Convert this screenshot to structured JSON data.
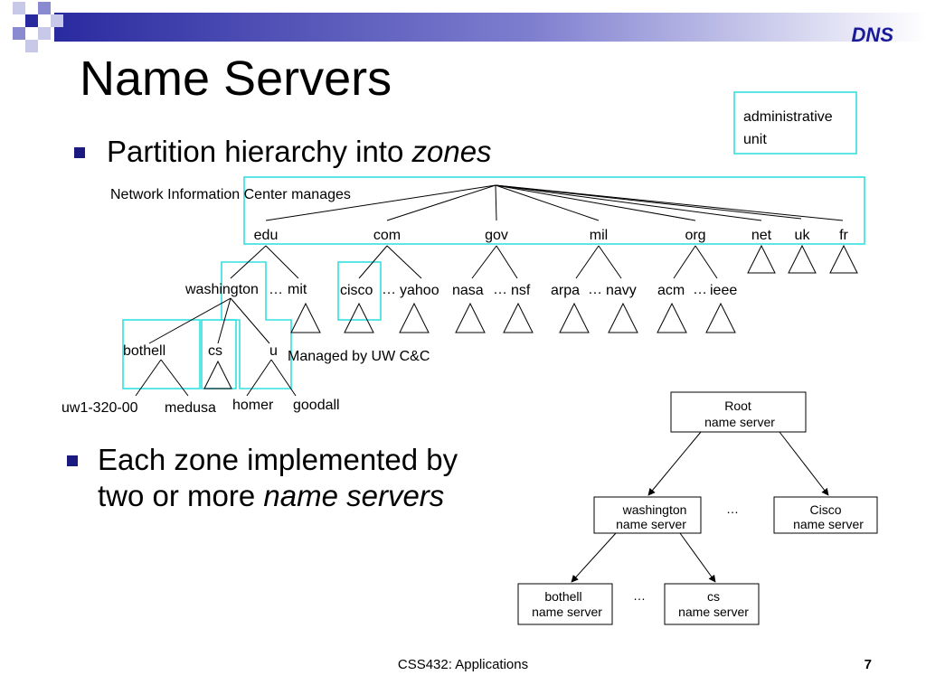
{
  "header": {
    "topic": "DNS",
    "title": "Name Servers"
  },
  "bullets": [
    {
      "text": "Partition hierarchy into ",
      "emph": "zones"
    },
    {
      "line1": "Each zone implemented by",
      "line2_prefix": "two or more ",
      "line2_emph": "name servers"
    }
  ],
  "legend": {
    "line1": "administrative",
    "line2": "unit"
  },
  "tree": {
    "root_label": "Network Information Center manages",
    "tlds": [
      "edu",
      "com",
      "gov",
      "mil",
      "org",
      "net",
      "uk",
      "fr"
    ],
    "second_level": {
      "washington": "washington",
      "mit": "mit",
      "cisco": "cisco",
      "yahoo": "yahoo",
      "nasa": "nasa",
      "nsf": "nsf",
      "arpa": "arpa",
      "navy": "navy",
      "acm": "acm",
      "ieee": "ieee"
    },
    "ellipsis": "…",
    "third_level": {
      "bothell": "bothell",
      "cs": "cs",
      "u": "u"
    },
    "managed_label": "Managed by UW C&C",
    "hosts": {
      "uw1": "uw1-320-00",
      "medusa": "medusa",
      "homer": "homer",
      "goodall": "goodall"
    }
  },
  "name_servers": {
    "root": [
      "Root",
      "name server"
    ],
    "washington": [
      "washington",
      "name server"
    ],
    "cisco": [
      "Cisco",
      "name server"
    ],
    "bothell": [
      "bothell",
      "name server"
    ],
    "cs": [
      "cs",
      "name server"
    ],
    "ellipsis": "…"
  },
  "colors": {
    "zone_box": "#33e0e0",
    "title_blue": "#1a1a99",
    "bullet": "#1a1a80"
  },
  "footer": {
    "course": "CSS432: Applications",
    "page": "7"
  }
}
